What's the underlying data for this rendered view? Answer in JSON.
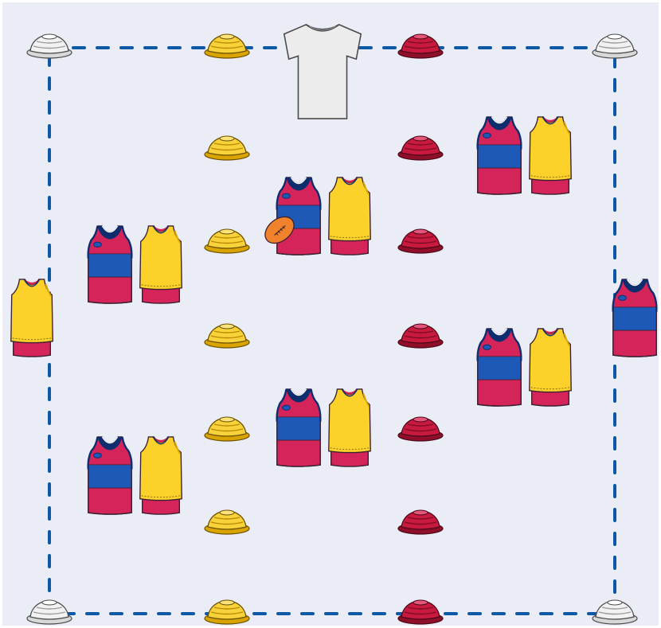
{
  "colors": {
    "field": "#eaecf6",
    "boundary": "#0d59a5",
    "cone_white": "#f2f2f2",
    "cone_yellow": "#f8d23a",
    "cone_red": "#c8193f",
    "guernsey_red": "#d5245a",
    "guernsey_blue": "#1f59b7",
    "collar_navy": "#0e2d6e",
    "bib_yellow": "#fcd12a",
    "coach_shirt": "#ececec",
    "football": "#f0822b"
  },
  "drill": {
    "icons": {
      "cone": "training-cone-icon",
      "guernsey": "guernsey-icon",
      "bib": "yellow-bib-icon",
      "coach": "coach-tshirt-icon",
      "ball": "football-icon"
    },
    "cones": [
      {
        "row": "top",
        "lane": "corner-left",
        "color": "white"
      },
      {
        "row": "top",
        "lane": "yellow-line",
        "color": "yellow"
      },
      {
        "row": "top",
        "lane": "red-line",
        "color": "red"
      },
      {
        "row": "top",
        "lane": "corner-right",
        "color": "white"
      },
      {
        "row": "bottom",
        "lane": "corner-left",
        "color": "white"
      },
      {
        "row": "bottom",
        "lane": "yellow-line",
        "color": "yellow"
      },
      {
        "row": "bottom",
        "lane": "red-line",
        "color": "red"
      },
      {
        "row": "bottom",
        "lane": "corner-right",
        "color": "white"
      },
      {
        "row": 1,
        "lane": "yellow-line",
        "color": "yellow"
      },
      {
        "row": 2,
        "lane": "yellow-line",
        "color": "yellow"
      },
      {
        "row": 3,
        "lane": "yellow-line",
        "color": "yellow"
      },
      {
        "row": 4,
        "lane": "yellow-line",
        "color": "yellow"
      },
      {
        "row": 5,
        "lane": "yellow-line",
        "color": "yellow"
      },
      {
        "row": 1,
        "lane": "red-line",
        "color": "red"
      },
      {
        "row": 2,
        "lane": "red-line",
        "color": "red"
      },
      {
        "row": 3,
        "lane": "red-line",
        "color": "red"
      },
      {
        "row": 4,
        "lane": "red-line",
        "color": "red"
      },
      {
        "row": 5,
        "lane": "red-line",
        "color": "red"
      }
    ],
    "pairs": [
      {
        "zone": "left-upper"
      },
      {
        "zone": "left-lower"
      },
      {
        "zone": "middle-upper",
        "has_ball": true
      },
      {
        "zone": "middle-lower"
      },
      {
        "zone": "right-upper"
      },
      {
        "zone": "right-lower"
      }
    ],
    "outside_players": [
      {
        "side": "left",
        "kit": "bib"
      },
      {
        "side": "right",
        "kit": "guernsey"
      }
    ],
    "coach": {
      "position": "top-centre"
    }
  }
}
